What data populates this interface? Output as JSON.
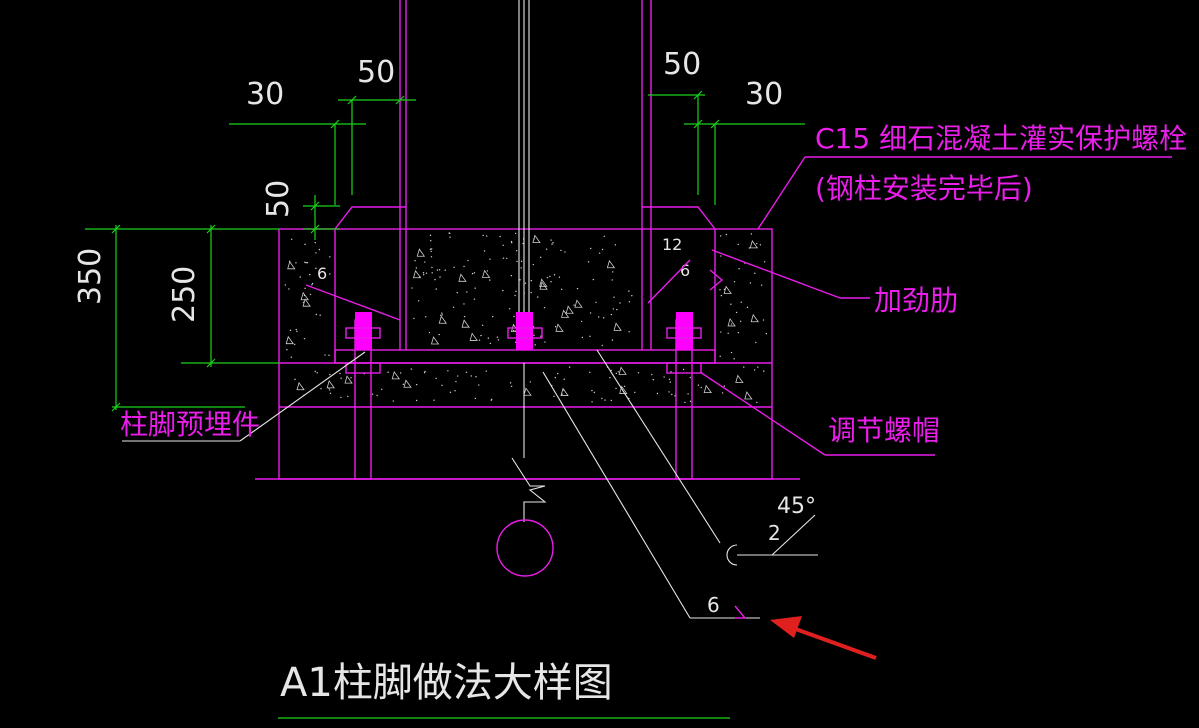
{
  "dimensions": {
    "top_left_30": "30",
    "top_left_50": "50",
    "top_right_50": "50",
    "top_right_30": "30",
    "side_50": "50",
    "height_350": "350",
    "height_250": "250",
    "weld_12": "12",
    "weld_6_inner": "6",
    "weld_6_left": "6",
    "weld_6_bottom": "6",
    "weld_2": "2",
    "angle_45": "45°"
  },
  "labels": {
    "grout_line1": "C15 细石混凝土灌实保护螺栓",
    "grout_line2": "(钢柱安装完毕后)",
    "stiffener": "加劲肋",
    "embedded_part": "柱脚预埋件",
    "adjusting_nut": "调节螺帽"
  },
  "title": "A1柱脚做法大样图",
  "colors": {
    "background": "#000000",
    "structure": "#e91ee9",
    "dimension": "#1bd11b",
    "text": "#e6e6e6",
    "arrow": "#e0201e"
  }
}
